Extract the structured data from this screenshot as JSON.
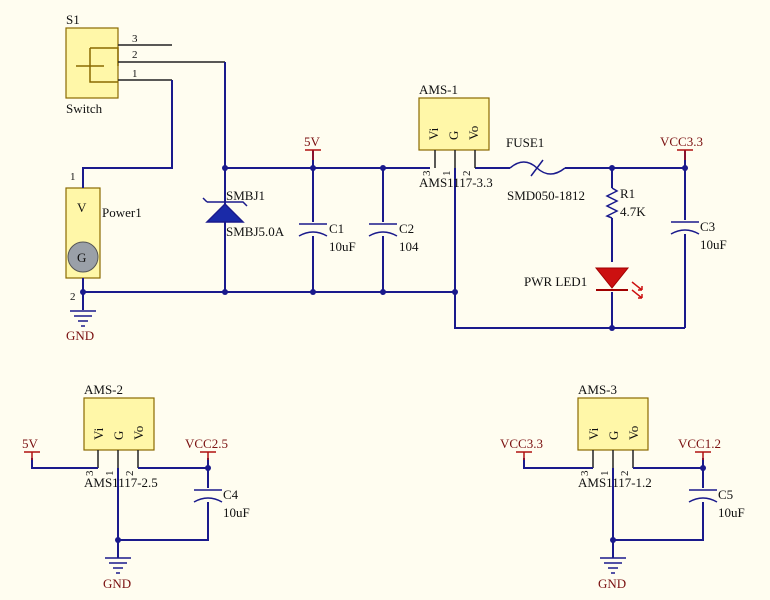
{
  "colors": {
    "wire": "#1a1a8c",
    "net_label": "#b01010",
    "body_fill": "#fff7a8",
    "led": "#cc1010",
    "background": "#fffdf0"
  },
  "s1": {
    "designator": "S1",
    "name": "Switch",
    "pin1": "1",
    "pin2": "2",
    "pin3": "3"
  },
  "power1": {
    "designator": "Power1",
    "v_label": "V",
    "g_label": "G",
    "pin1": "1",
    "pin2": "2"
  },
  "smbj1": {
    "designator": "SMBJ1",
    "value": "SMBJ5.0A"
  },
  "net_5v": "5V",
  "c1": {
    "designator": "C1",
    "value": "10uF"
  },
  "c2": {
    "designator": "C2",
    "value": "104"
  },
  "ams1": {
    "designator": "AMS-1",
    "value": "AMS1117-3.3",
    "vi": "Vi",
    "g": "G",
    "vo": "Vo",
    "p1": "1",
    "p2": "2",
    "p3": "3"
  },
  "fuse1": {
    "designator": "FUSE1",
    "value": "SMD050-1812"
  },
  "vcc33": "VCC3.3",
  "r1": {
    "designator": "R1",
    "value": "4.7K"
  },
  "c3": {
    "designator": "C3",
    "value": "10uF"
  },
  "led": {
    "designator": "PWR LED1"
  },
  "gnd": "GND",
  "ams2": {
    "designator": "AMS-2",
    "value": "AMS1117-2.5",
    "vi": "Vi",
    "g": "G",
    "vo": "Vo",
    "p1": "1",
    "p2": "2",
    "p3": "3",
    "in_net": "5V",
    "out_net": "VCC2.5",
    "gnd": "GND"
  },
  "c4": {
    "designator": "C4",
    "value": "10uF"
  },
  "ams3": {
    "designator": "AMS-3",
    "value": "AMS1117-1.2",
    "vi": "Vi",
    "g": "G",
    "vo": "Vo",
    "p1": "1",
    "p2": "2",
    "p3": "3",
    "in_net": "VCC3.3",
    "out_net": "VCC1.2",
    "gnd": "GND"
  },
  "c5": {
    "designator": "C5",
    "value": "10uF"
  }
}
